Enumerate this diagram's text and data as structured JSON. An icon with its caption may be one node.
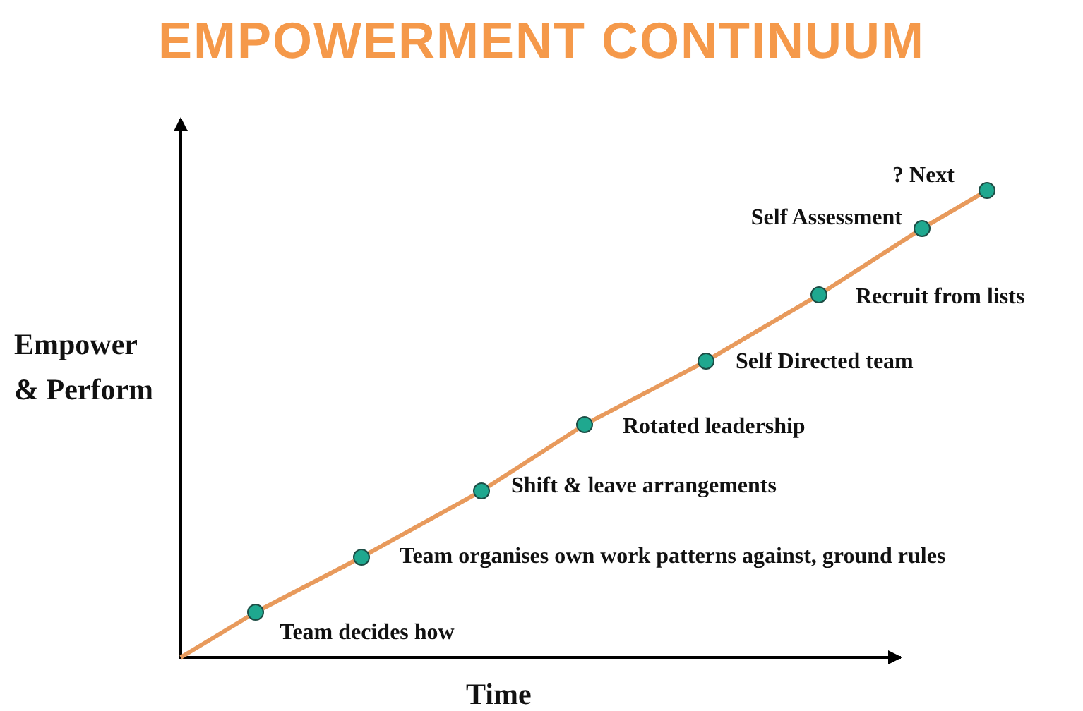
{
  "diagram": {
    "title": "EMPOWERMENT CONTINUUM",
    "nodes": [
      {
        "text": [],
        "shape": "circle",
        "beside": [
          "Team decides how"
        ]
      },
      {
        "text": [],
        "shape": "circle",
        "beside": [
          "Team organises own work patterns against, ground rules"
        ]
      },
      {
        "text": [],
        "shape": "circle",
        "beside": [
          "Shift & leave arrangements"
        ]
      },
      {
        "text": [],
        "shape": "circle",
        "beside": [
          "Rotated leadership"
        ]
      },
      {
        "text": [],
        "shape": "circle",
        "beside": [
          "Self Directed team"
        ]
      },
      {
        "text": [],
        "shape": "circle",
        "beside": [
          "Recruit from lists"
        ]
      },
      {
        "text": [],
        "shape": "circle",
        "beside": [
          "Self Assessment"
        ]
      },
      {
        "text": [],
        "shape": "circle",
        "beside": [
          "? Next"
        ]
      }
    ],
    "edges": [
      {
        "from": null,
        "to": 0,
        "arrow": "none"
      },
      {
        "from": 0,
        "to": 1,
        "arrow": "none"
      },
      {
        "from": 1,
        "to": 2,
        "arrow": "none"
      },
      {
        "from": 2,
        "to": 3,
        "arrow": "none"
      },
      {
        "from": 3,
        "to": 4,
        "arrow": "none"
      },
      {
        "from": 4,
        "to": 5,
        "arrow": "none"
      },
      {
        "from": 5,
        "to": 6,
        "arrow": "none"
      },
      {
        "from": 6,
        "to": 7,
        "arrow": "none"
      }
    ],
    "labels": [
      "Empower & Perform",
      "Time"
    ]
  }
}
